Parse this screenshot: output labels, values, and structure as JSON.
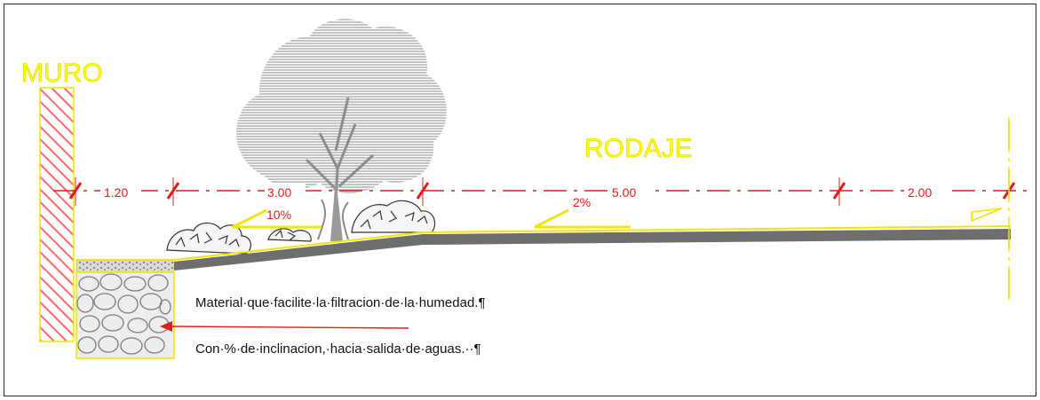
{
  "labels": {
    "muro": "MURO",
    "rodaje": "RODAJE"
  },
  "dimensions": {
    "d1": "1.20",
    "d2": "3.00",
    "d3": "5.00",
    "d4": "2.00"
  },
  "slopes": {
    "s1": "10%",
    "s2": "2%"
  },
  "notes": {
    "note1": "Material·que·facilite·la·filtracion·de·la·humedad.¶",
    "note2": "Con·%·de·inclinacion,·hacia·salida·de·aguas.··¶"
  },
  "colors": {
    "cad_yellow": "#ffff00",
    "dimension_red": "#e21b1b",
    "pavement_gray": "#6e6e6e",
    "tree_gray": "#9a9a9a"
  }
}
